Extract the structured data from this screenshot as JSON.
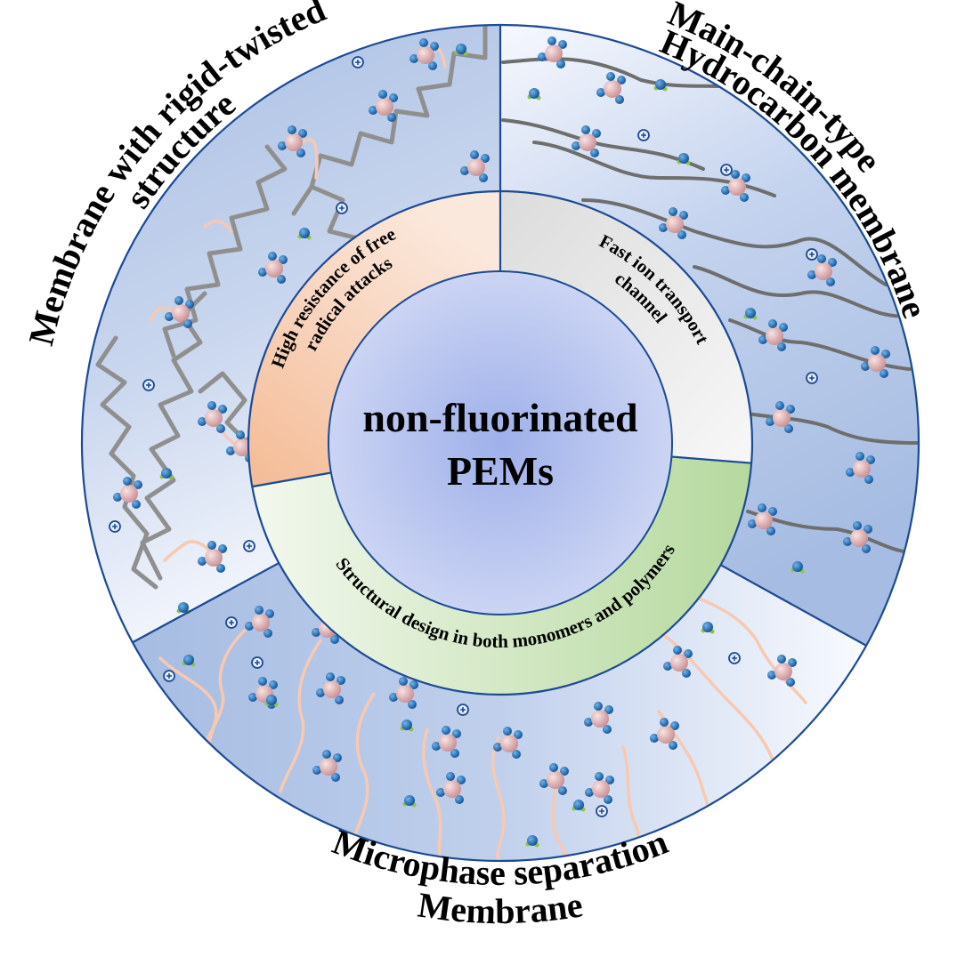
{
  "center": {
    "title_line1": "non-fluorinated",
    "title_line2": "PEMs"
  },
  "middle_ring": [
    {
      "id": "resistance",
      "line1": "High resistance of free",
      "line2": "radical attacks",
      "color": "#f6c4a2"
    },
    {
      "id": "transport",
      "line1": "Fast ion transport",
      "line2": "channel",
      "color": "#e4e4e4"
    },
    {
      "id": "design",
      "line1": "Structural design in both monomers and polymers",
      "line2": "",
      "color": "#bcdca8"
    }
  ],
  "outer_ring": [
    {
      "id": "rigid-twisted",
      "line1": "Membrane with rigid-twisted",
      "line2": "structure"
    },
    {
      "id": "main-chain",
      "line1": "Main-chain-type",
      "line2": "Hydrocarbon membrane"
    },
    {
      "id": "microphase",
      "line1": "Microphase separation",
      "line2": "Membrane"
    }
  ],
  "colors": {
    "border": "#1d4a93",
    "segment_blue": "#aec2e4",
    "segment_light": "#f4f7fc",
    "center_blue": "#a9b8ec",
    "molecule_core": "#e2aeb0",
    "molecule_atom": "#1f6fb8",
    "proton_ring": "#1d4a93",
    "side_chain": "#f7c9b3",
    "backbone": "#8f8f8f"
  }
}
